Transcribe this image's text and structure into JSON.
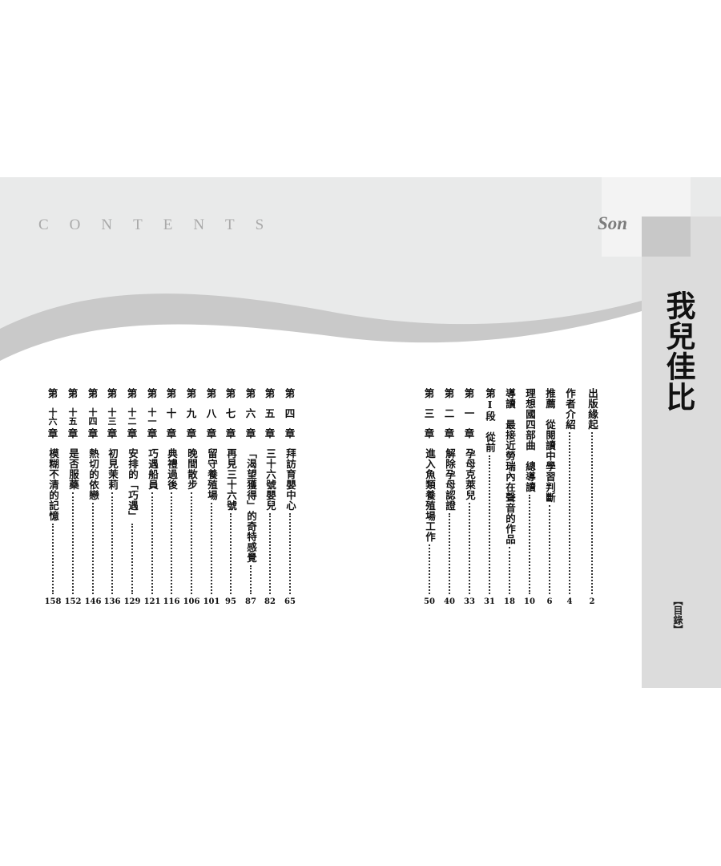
{
  "header": {
    "contents_label": "CONTENTS",
    "series_label": "Son"
  },
  "book": {
    "title": "我兒佳比",
    "section_label": "【目錄】"
  },
  "colors": {
    "band": "#e9eaea",
    "wave": "#c9c9c9",
    "spine": "#dcdcdc",
    "square_light": "#f3f3f3",
    "square_dark": "#c8c8c8"
  },
  "right_entries": [
    {
      "text": "出版緣起",
      "page": "2"
    },
    {
      "text": "作者介紹",
      "page": "4"
    },
    {
      "text": "推薦　從閱讀中學習判斷",
      "page": "6"
    },
    {
      "text": "理想國四部曲　總導讀",
      "page": "10"
    },
    {
      "text": "導讀　最接近勞瑞內在聲音的作品",
      "page": "18"
    },
    {
      "text": "第Ⅰ段　從前",
      "page": "31"
    },
    {
      "prefix": [
        "第",
        "一",
        "章"
      ],
      "text": "孕母克萊兒",
      "page": "33"
    },
    {
      "prefix": [
        "第",
        "二",
        "章"
      ],
      "text": "解除孕母認證",
      "page": "40"
    },
    {
      "prefix": [
        "第",
        "三",
        "章"
      ],
      "text": "進入魚類養殖場工作",
      "page": "50"
    }
  ],
  "left_entries": [
    {
      "prefix": [
        "第",
        "四",
        "章"
      ],
      "text": "拜訪育嬰中心",
      "page": "65"
    },
    {
      "prefix": [
        "第",
        "五",
        "章"
      ],
      "text": "三十六號嬰兒",
      "page": "82"
    },
    {
      "prefix": [
        "第",
        "六",
        "章"
      ],
      "text": "「渴望獲得」的奇特感覺",
      "page": "87"
    },
    {
      "prefix": [
        "第",
        "七",
        "章"
      ],
      "text": "再見三十六號",
      "page": "95"
    },
    {
      "prefix": [
        "第",
        "八",
        "章"
      ],
      "text": "留守養殖場",
      "page": "101"
    },
    {
      "prefix": [
        "第",
        "九",
        "章"
      ],
      "text": "晚間散步",
      "page": "106"
    },
    {
      "prefix": [
        "第",
        "十",
        "章"
      ],
      "text": "典禮過後",
      "page": "116"
    },
    {
      "prefix": [
        "第",
        "十一",
        "章"
      ],
      "text": "巧遇船員",
      "page": "121"
    },
    {
      "prefix": [
        "第",
        "十二",
        "章"
      ],
      "text": "安排的「巧遇」",
      "page": "129"
    },
    {
      "prefix": [
        "第",
        "十三",
        "章"
      ],
      "text": "初見茉莉",
      "page": "136"
    },
    {
      "prefix": [
        "第",
        "十四",
        "章"
      ],
      "text": "熱切的依戀",
      "page": "146"
    },
    {
      "prefix": [
        "第",
        "十五",
        "章"
      ],
      "text": "是否服藥",
      "page": "152"
    },
    {
      "prefix": [
        "第",
        "十六",
        "章"
      ],
      "text": "模糊不清的記憶",
      "page": "158"
    }
  ]
}
